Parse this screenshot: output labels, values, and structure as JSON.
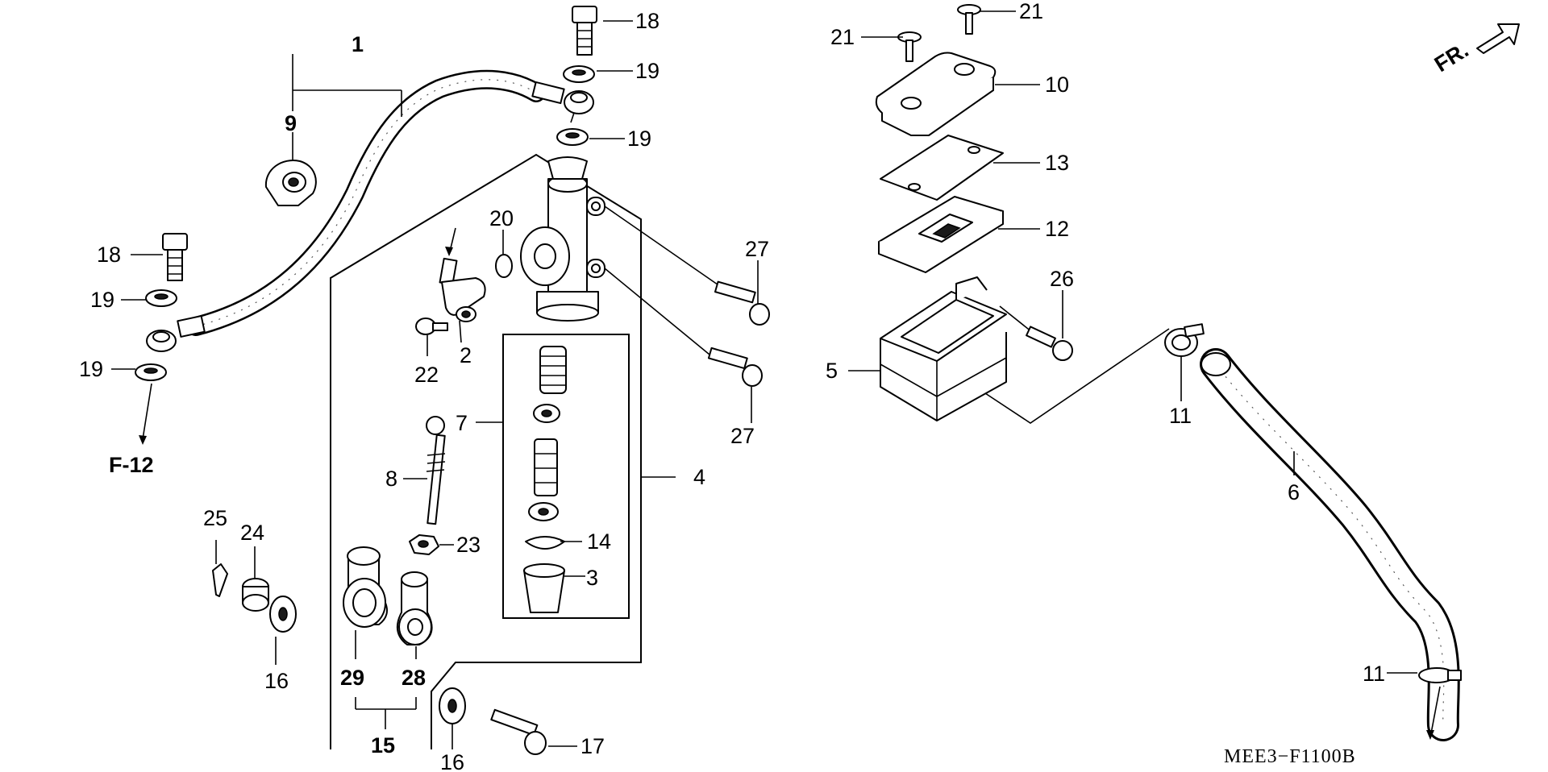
{
  "diagram": {
    "code": "MEE3−F1100B",
    "direction": "FR.",
    "ref": "F-12",
    "callouts": {
      "c1": "1",
      "c2": "2",
      "c3": "3",
      "c4": "4",
      "c5": "5",
      "c6": "6",
      "c7": "7",
      "c8": "8",
      "c9": "9",
      "c10": "10",
      "c11a": "11",
      "c11b": "11",
      "c12": "12",
      "c13": "13",
      "c14": "14",
      "c15": "15",
      "c16a": "16",
      "c16b": "16",
      "c17": "17",
      "c18a": "18",
      "c18b": "18",
      "c19a": "19",
      "c19b": "19",
      "c19c": "19",
      "c19d": "19",
      "c20": "20",
      "c21a": "21",
      "c21b": "21",
      "c22": "22",
      "c23": "23",
      "c24": "24",
      "c25": "25",
      "c26": "26",
      "c27a": "27",
      "c27b": "27",
      "c28": "28",
      "c29": "29"
    }
  }
}
